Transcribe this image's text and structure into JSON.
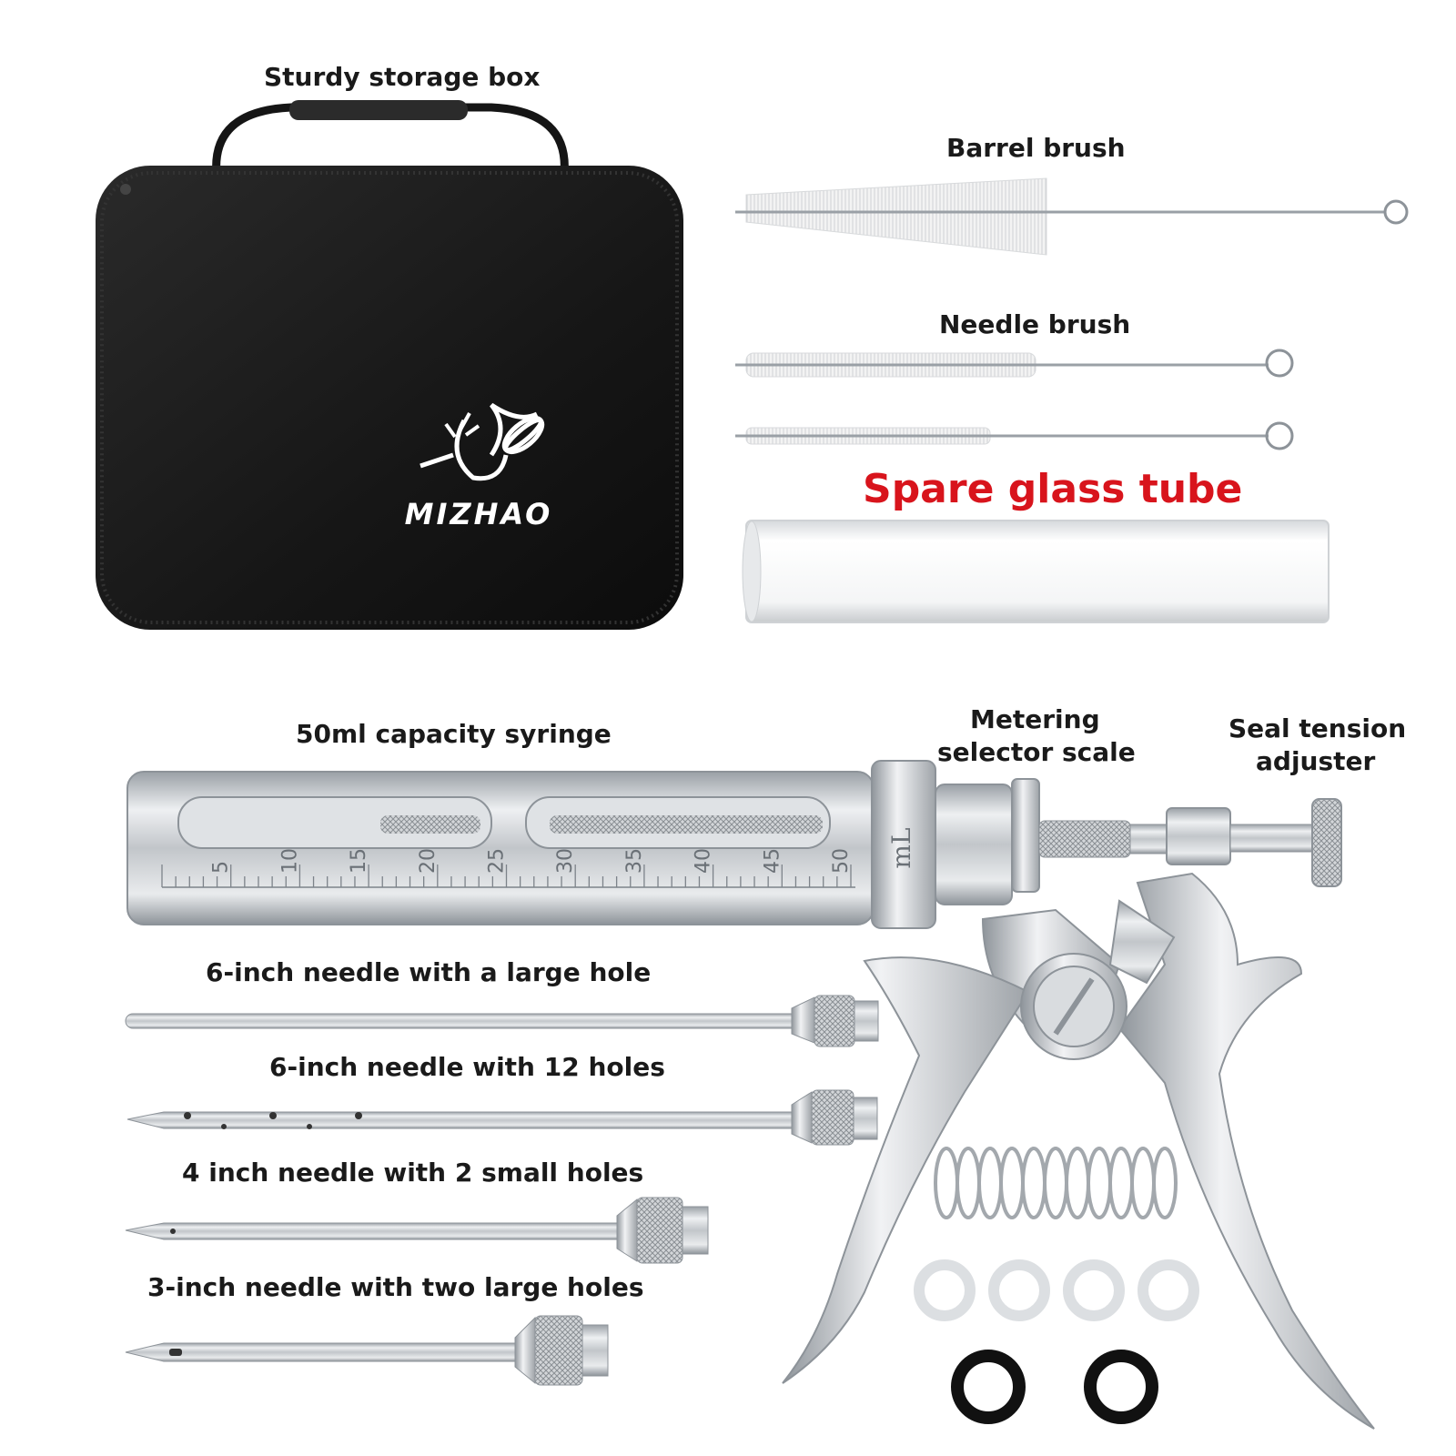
{
  "labels": {
    "storage_box": "Sturdy storage box",
    "barrel_brush": "Barrel brush",
    "needle_brush": "Needle brush",
    "glass_tube": "Spare glass tube",
    "syringe": "50ml capacity syringe",
    "metering_line1": "Metering",
    "metering_line2": "selector scale",
    "seal_line1": "Seal tension",
    "seal_line2": "adjuster",
    "needle_large_hole": "6-inch needle with a large hole",
    "needle_12_holes": "6-inch needle with 12 holes",
    "needle_2_small": "4 inch needle with 2 small holes",
    "needle_two_large": "3-inch needle with two large holes"
  },
  "brand": "MIZHAO",
  "syringe_scale": [
    "5",
    "10",
    "15",
    "20",
    "25",
    "30",
    "35",
    "40",
    "45",
    "50"
  ],
  "syringe_unit": "mL",
  "colors": {
    "label_text": "#1a1a1a",
    "accent_red": "#d8141c",
    "case_black": "#1b1b1b",
    "steel": "#c9ccd0"
  },
  "icons": {
    "logo": "whisk-wheat-logo"
  }
}
